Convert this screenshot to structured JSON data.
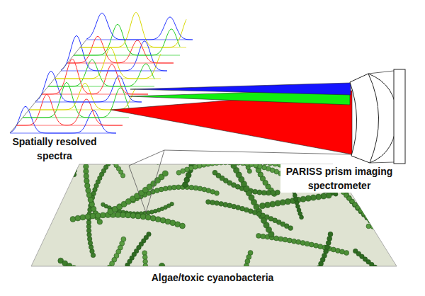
{
  "diagram": {
    "labels": [
      "Spatially resolved spectra",
      "PARISS prism imaging spectrometer",
      "Algae/toxic cyanobacteria"
    ]
  }
}
